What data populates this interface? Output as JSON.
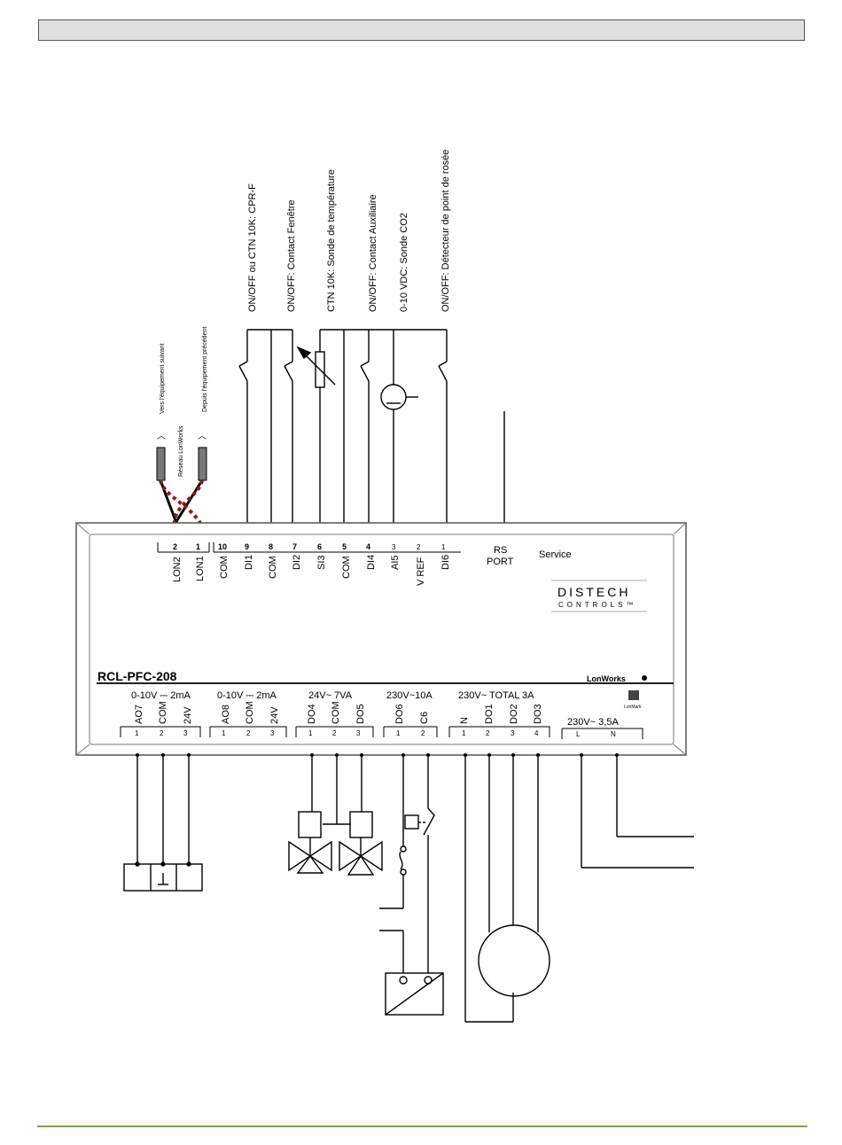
{
  "signal_labels": [
    "ON/OFF ou CTN 10K: CPR-F",
    "ON/OFF: Contact Fenêtre",
    "CTN 10K: Sonde de température",
    "ON/OFF: Contact Auxiliaire",
    "0-10 VDC: Sonde CO2",
    "ON/OFF: Détecteur de point de rosée"
  ],
  "network": {
    "next": "Vers l'équipement suivant",
    "bus": "Réseau LonWorks",
    "prev": "Depuis l'équipement précédent"
  },
  "top_terminals": {
    "numbers": [
      "2",
      "1",
      "10",
      "9",
      "8",
      "7",
      "6",
      "5",
      "4",
      "3",
      "2",
      "1"
    ],
    "names": [
      "LON2",
      "LON1",
      "COM",
      "DI1",
      "COM",
      "DI2",
      "SI3",
      "COM",
      "DI4",
      "AI5",
      "V REF",
      "DI6"
    ]
  },
  "rs_port": "RS\nPORT",
  "rs_port_lines": [
    "RS",
    "PORT"
  ],
  "service": "Service",
  "brand": {
    "line1": "DISTECH",
    "line2": "CONTROLS™"
  },
  "model": {
    "prefix": "RCL",
    "suffix": "-PFC-208"
  },
  "lonworks_logo": "LonWorks",
  "lonmark": "LonMark",
  "groups": [
    {
      "header": "0-10V ⎓ 2mA",
      "terms": [
        "AO7",
        "COM",
        "24V"
      ],
      "nums": [
        "1",
        "2",
        "3"
      ]
    },
    {
      "header": "0-10V ⎓ 2mA",
      "terms": [
        "AO8",
        "COM",
        "24V"
      ],
      "nums": [
        "1",
        "2",
        "3"
      ]
    },
    {
      "header": "24V~ 7VA",
      "terms": [
        "DO4",
        "COM",
        "DO5"
      ],
      "nums": [
        "1",
        "2",
        "3"
      ]
    },
    {
      "header": "230V~10A",
      "terms": [
        "DO6",
        "C6"
      ],
      "nums": [
        "1",
        "2"
      ]
    },
    {
      "header": "230V~ TOTAL 3A",
      "terms": [
        "N",
        "DO1",
        "DO2",
        "DO3"
      ],
      "nums": [
        "1",
        "2",
        "3",
        "4"
      ]
    },
    {
      "header": "230V~ 3,5A",
      "terms": [
        "L",
        "N"
      ],
      "nums": [
        "",
        ""
      ]
    }
  ],
  "colors": {
    "footer": "#7ca543",
    "lon_pair": "#8b1a1a",
    "header_bar": "#e0e0e0"
  }
}
